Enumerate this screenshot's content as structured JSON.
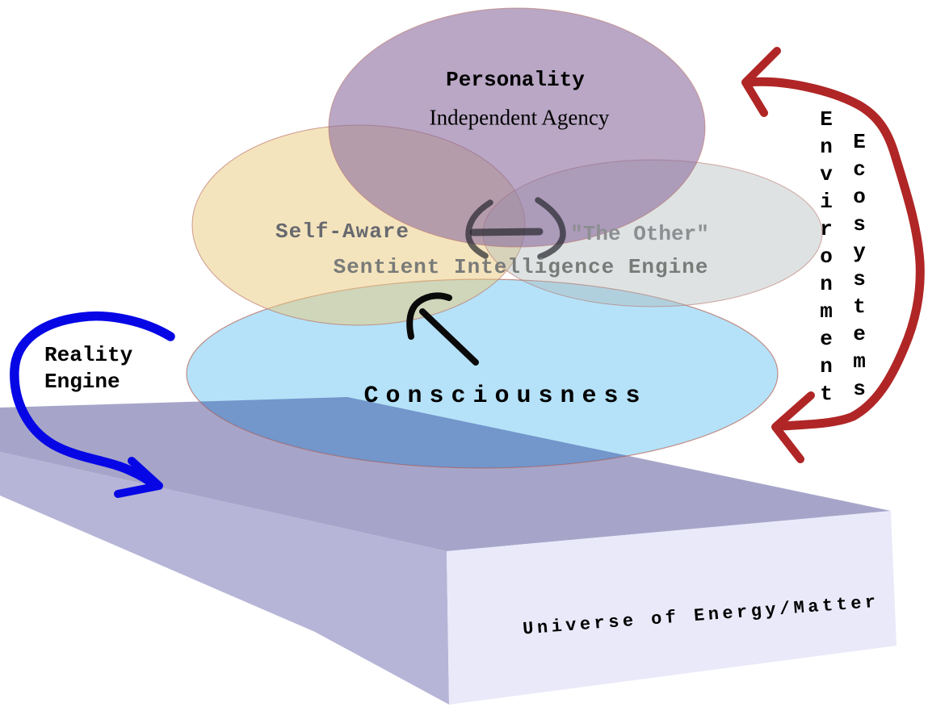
{
  "diagram": {
    "ellipses": {
      "personality": "Personality",
      "independent_agency": "Independent Agency",
      "self_aware": "Self-Aware",
      "the_other": "\"The Other\"",
      "sentient_engine": "Sentient Intelligence Engine",
      "consciousness": "Consciousness"
    },
    "slab": {
      "label": "Universe of Energy/Matter"
    },
    "annotations": {
      "reality_line1": "Reality",
      "reality_line2": "Engine",
      "environment": "Environment",
      "ecosystems": "Ecosystems"
    },
    "colors": {
      "personality_fill": "#8a6c9e",
      "self_aware_fill": "#e9c97b",
      "the_other_fill": "#acb6b6",
      "consciousness_fill": "#78caf2",
      "ellipse_outline": "#b97369",
      "slab_top": "#a6a5c9",
      "slab_side": "#b6b5d7",
      "slab_front": "#e9e9fa",
      "reality_arrow_blue": "#0707e6",
      "environment_arrow_red": "#b02626",
      "exchange_arrow_gray": "#2a2a30",
      "emergence_arrow_black": "#0a0a0a"
    }
  }
}
